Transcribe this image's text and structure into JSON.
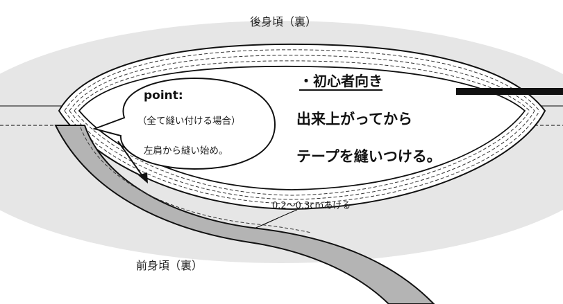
{
  "labels": {
    "back_bodice": "後身頃（裏）",
    "front_bodice": "前身頃（裏）",
    "gap_note": "0.2〜0.3cmあける"
  },
  "speech_bubble": {
    "title": "point:",
    "line1": "（全て縫い付ける場合）",
    "line2": "左肩から縫い始め。"
  },
  "note": {
    "heading": "・初心者向き",
    "line1": "出来上がってから",
    "line2": "テープを縫いつける。"
  },
  "colors": {
    "fabric": "#e6e6e6",
    "tape": "#b4b4b4",
    "outline": "#111111"
  }
}
